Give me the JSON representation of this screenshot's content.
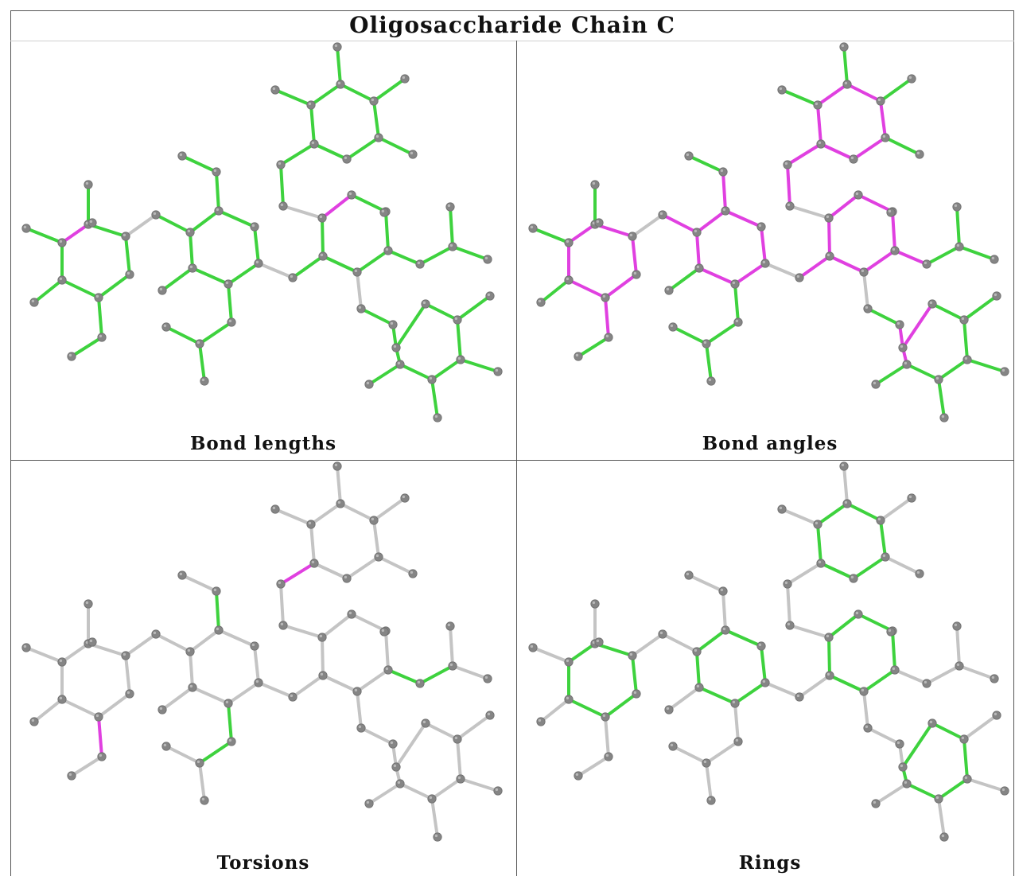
{
  "title": "Oligosaccharide Chain C",
  "colors": {
    "atom": "#858585",
    "bond_default": "#c4c4c4",
    "bond_green": "#3ed23e",
    "bond_magenta": "#e040e0"
  },
  "panels": [
    {
      "caption": "Bond lengths",
      "default_bond_color": "green",
      "magenta_bonds": [
        "r1c-r1d",
        "r3a-r3b"
      ],
      "gray_bonds": [
        "r1b-link1",
        "link2-r2e",
        "r3e-link4a",
        "r3c-link5",
        "r3c-ext5"
      ]
    },
    {
      "caption": "Bond angles",
      "default_bond_color": "green",
      "magenta_bonds": "rings_and_links",
      "gray_bonds": [
        "r1b-link1",
        "link2-r2e",
        "r3e-link4a",
        "r3c-link5"
      ]
    },
    {
      "caption": "Torsions",
      "default_bond_color": "gray",
      "magenta_bonds": [
        "r1f-o1",
        "link4b-r3e"
      ],
      "green_bonds": [
        "r2a-sub2",
        "r2d-o2",
        "o2-o2c",
        "r3b-ext3",
        "ext3-ext3c"
      ]
    },
    {
      "caption": "Rings",
      "default_bond_color": "gray",
      "magenta_bonds": [],
      "green_bonds": "rings"
    }
  ]
}
